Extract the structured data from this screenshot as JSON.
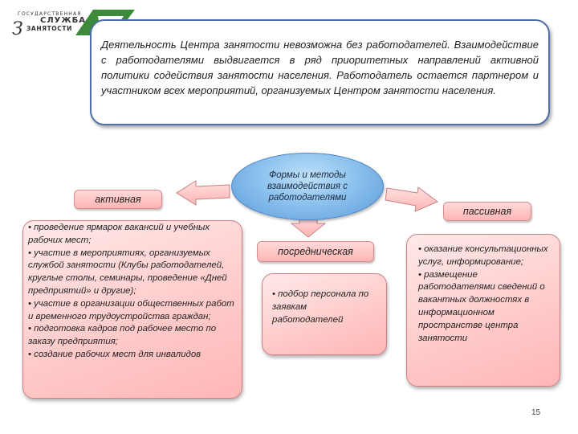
{
  "logo": {
    "line1": "ГОСУДАРСТВЕННАЯ",
    "line2": "СЛУЖБА",
    "line3": "ЗАНЯТОСТИ"
  },
  "intro_text": "Деятельность Центра занятости невозможна без работодателей. Взаимодействие с работодателями выдвигается в ряд приоритетных направлений активной политики содействия занятости населения. Работодатель остается партнером и участником всех мероприятий, организуемых Центром занятости населения.",
  "center": {
    "title": "Формы и методы взаимодействия с работодателями"
  },
  "forms": {
    "active": {
      "label": "активная",
      "items": [
        "• проведение ярмарок вакансий и учебных рабочих мест;",
        "• участие в мероприятиях, организуемых службой занятости (Клубы работодателей, круглые столы, семинары, проведение «Дней предприятий» и другие);",
        "• участие в организации общественных работ и временного трудоустройства граждан;",
        "• подготовка кадров под рабочее место по заказу предприятия;",
        "• создание рабочих мест для инвалидов"
      ]
    },
    "mediator": {
      "label": "посредническая",
      "items": [
        "• подбор персонала по заявкам работодателей"
      ]
    },
    "passive": {
      "label": "пассивная",
      "items": [
        "• оказание консультационных услуг, информирование;",
        "• размещение работодателями сведений о вакантных должностях в информационном пространстве центра занятости"
      ]
    }
  },
  "page_number": "15",
  "colors": {
    "frame_border": "#4f6fa8",
    "oval_fill": "#8cc2ee",
    "pink_fill": "#ffc9c9",
    "pink_border": "#cf8080"
  }
}
